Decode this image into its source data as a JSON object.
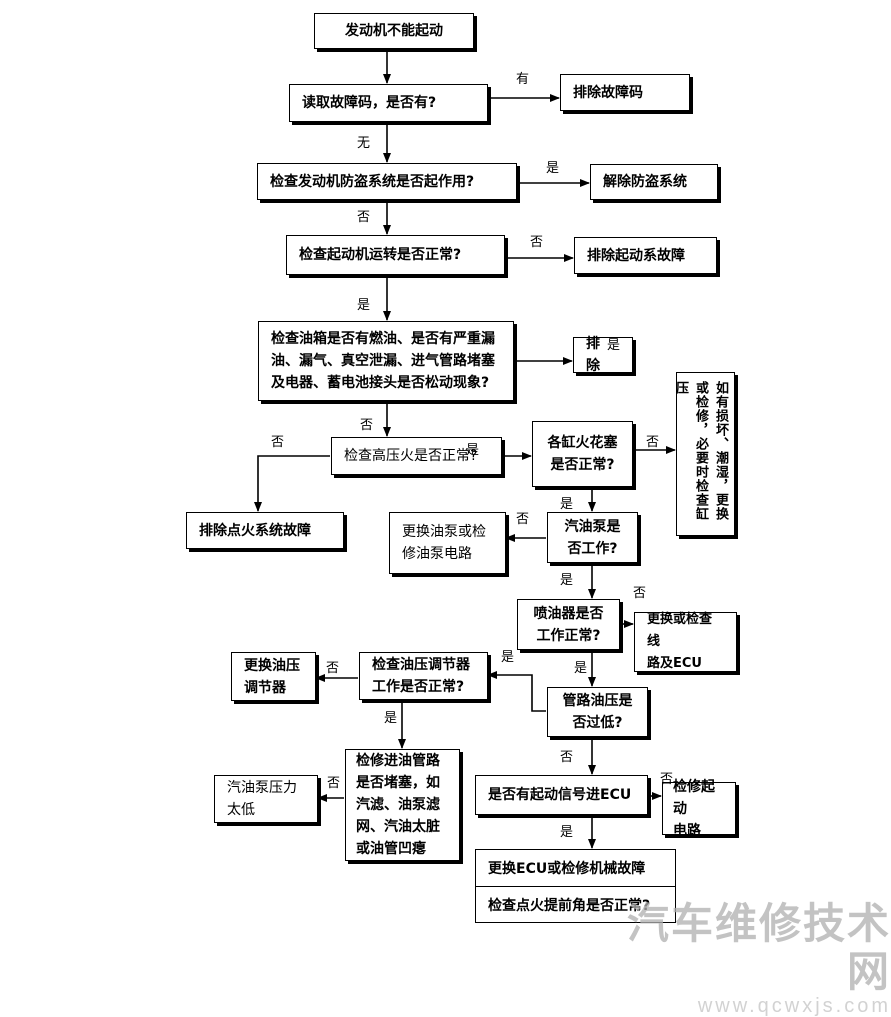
{
  "nodes": {
    "start": "发动机不能起动",
    "read_codes": "读取故障码，是否有?",
    "clear_codes": "排除故障码",
    "check_antitheft": "检查发动机防盗系统是否起作用?",
    "release_antitheft": "解除防盗系统",
    "check_starter": "检查起动机运转是否正常?",
    "fix_starter": "排除起动系故障",
    "check_fuel_line1": "检查油箱是否有燃油、是否有严重漏",
    "check_fuel_line2": "油、漏气、真空泄漏、进气管路堵塞",
    "check_fuel_line3": "及电器、蓄电池接头是否松动现象?",
    "eliminate": "排除",
    "eliminate_stray": "是",
    "check_hv_spark": "检查高压火是否正常?",
    "check_hv_stray": "是",
    "fix_ignition": "排除点火系统故障",
    "check_plugs_line1": "各缸火花塞",
    "check_plugs_line2": "是否正常?",
    "plug_repair_vertical": "如有损坏、潮湿，更换或检修，必要时检查缸压",
    "check_pump_line1": "汽油泵是",
    "check_pump_line2": "否工作?",
    "replace_pump_line1": "更换油泵或检",
    "replace_pump_line2": "修油泵电路",
    "check_injector_line1": "喷油器是否",
    "check_injector_line2": "工作正常?",
    "replace_wiring_line1": "更换或检查线",
    "replace_wiring_line2": "路及ECU",
    "check_regulator_line1": "检查油压调节器",
    "check_regulator_line2": "工作是否正常?",
    "replace_regulator_line1": "更换油压",
    "replace_regulator_line2": "调节器",
    "check_pressure_line1": "管路油压是",
    "check_pressure_line2": "否过低?",
    "check_signal": "是否有起动信号进ECU",
    "repair_circuit_line1": "检修起动",
    "repair_circuit_line2": "电路",
    "inspect_pipe_line1": "检修进油管路",
    "inspect_pipe_line2": "是否堵塞，如",
    "inspect_pipe_line3": "汽滤、油泵滤",
    "inspect_pipe_line4": "网、汽油太脏",
    "inspect_pipe_line5": "或油管凹瘪",
    "pump_low_line1": "汽油泵压力",
    "pump_low_line2": "太低",
    "replace_ecu": "更换ECU或检修机械故障",
    "check_timing": "检查点火提前角是否正常?"
  },
  "labels": {
    "l_you": "有",
    "l_wu": "无",
    "l_antitheft_yes": "是",
    "l_antitheft_no": "否",
    "l_starter_no": "否",
    "l_starter_yes": "是",
    "l_fuel_no": "否",
    "l_hv_no": "否",
    "l_plug_no": "否",
    "l_plug_yes": "是",
    "l_pump_no": "否",
    "l_pump_yes": "是",
    "l_inj_no": "否",
    "l_inj_yes": "是",
    "l_reg_no": "否",
    "l_reg_yes": "是",
    "l_pressure_yes": "是",
    "l_pressure_no": "否",
    "l_signal_no": "否",
    "l_signal_yes": "是",
    "l_pipe_no": "否"
  },
  "watermark": {
    "brand": "汽车维修技术网",
    "url": "www.qcwxjs.com"
  },
  "colors": {
    "line": "#000000",
    "background": "#ffffff",
    "watermark": "#b0b0b0"
  }
}
